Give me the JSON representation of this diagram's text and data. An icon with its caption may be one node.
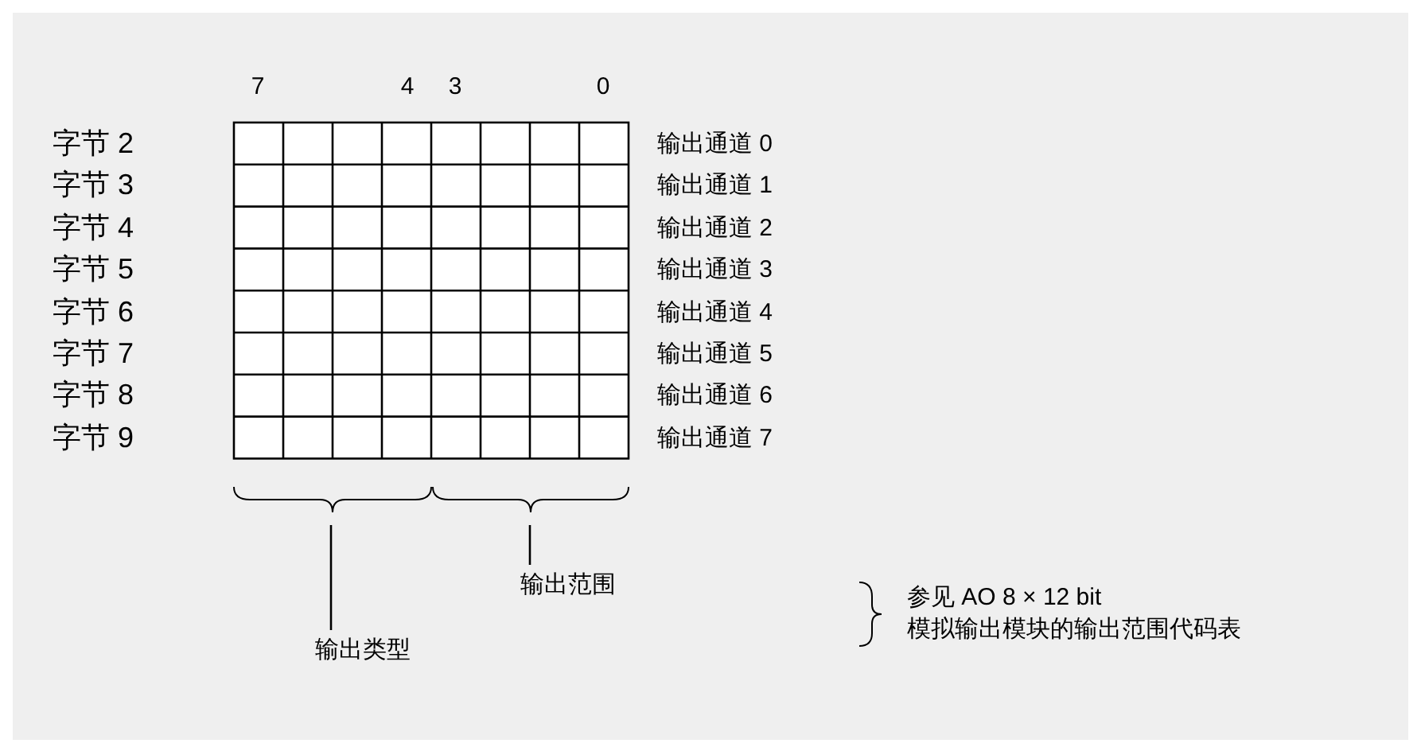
{
  "diagram": {
    "nodes": [
      {
        "text": [
          "输出类型"
        ]
      },
      {
        "text": [],
        "shape": "brace"
      },
      {
        "text": [
          "输出范围"
        ]
      },
      {
        "text": [],
        "shape": "brace"
      }
    ],
    "edges": [
      {
        "from": 0,
        "to": 1,
        "arrow": "none"
      },
      {
        "from": 2,
        "to": 3,
        "arrow": "none"
      }
    ],
    "labels": [
      "7",
      "4",
      "3",
      "0",
      "字节 2",
      "输出通道 0",
      "字节 3",
      "输出通道 1",
      "字节 4",
      "输出通道 2",
      "字节 5",
      "输出通道 3",
      "字节 6",
      "输出通道 4",
      "字节 7",
      "输出通道 5",
      "字节 8",
      "输出通道 6",
      "字节 9",
      "输出通道 7",
      "参见 AO 8 × 12 bit",
      "模拟输出模块的输出范围代码表"
    ]
  }
}
